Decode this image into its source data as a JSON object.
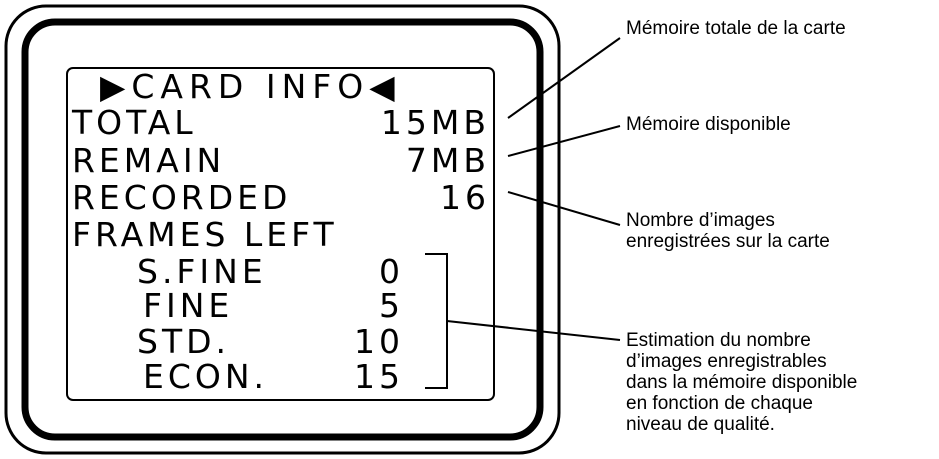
{
  "screen": {
    "title": "CARD INFO",
    "title_left_marker": "▶",
    "title_right_marker": "◀",
    "rows": [
      {
        "label": "TOTAL",
        "value": "15MB"
      },
      {
        "label": "REMAIN",
        "value": "7MB"
      },
      {
        "label": "RECORDED",
        "value": "16"
      }
    ],
    "frames_left_label": "FRAMES LEFT",
    "frames": [
      {
        "label": "S.FINE",
        "value": "0"
      },
      {
        "label": "FINE",
        "value": "5"
      },
      {
        "label": "STD.",
        "value": "10"
      },
      {
        "label": "ECON.",
        "value": "15"
      }
    ]
  },
  "callouts": {
    "total": "Mémoire totale de la carte",
    "remain": "Mémoire disponible",
    "recorded": [
      "Nombre d’images",
      "enregistrées sur la carte"
    ],
    "estimate": [
      "Estimation du nombre",
      "d’images enregistrables",
      "dans la mémoire disponible",
      "en fonction de chaque",
      "niveau de qualité."
    ]
  }
}
